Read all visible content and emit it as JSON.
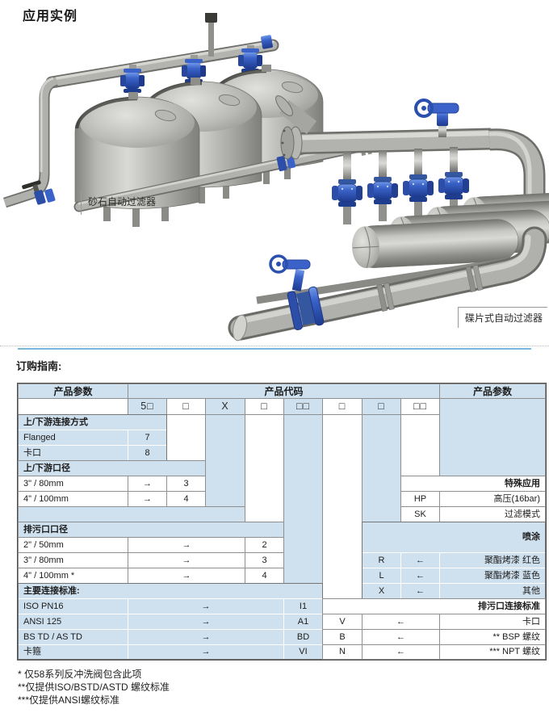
{
  "page": {
    "title": "应用实例",
    "order_guide_title": "订购指南:"
  },
  "illustrations": {
    "sand_filter_label": "砂石自动过滤器",
    "disc_filter_label": "碟片式自动过滤器"
  },
  "colors": {
    "table_blue": "#cfe0ee",
    "divider_blue": "#7cb8da",
    "valve_blue": "#3a62c8",
    "metal_gray": "#b2b2ae"
  },
  "table": {
    "header": {
      "left": "产品参数",
      "center": "产品代码",
      "right": "产品参数"
    },
    "code_slots": [
      "5□",
      "□",
      "X",
      "□",
      "□□",
      "□",
      "□",
      "□□"
    ],
    "left_sections": [
      {
        "title": "上/下游连接方式",
        "rows": [
          {
            "label": "Flanged",
            "code": "7"
          },
          {
            "label": "卡口",
            "code": "8"
          }
        ]
      },
      {
        "title": "上/下游口径",
        "rows": [
          {
            "label": "3\" / 80mm",
            "arrow": "→",
            "code": "3"
          },
          {
            "label": "4\" / 100mm",
            "arrow": "→",
            "code": "4"
          }
        ]
      },
      {
        "title": "排污口口径",
        "rows": [
          {
            "label": "2\" / 50mm",
            "arrow": "→",
            "code": "2"
          },
          {
            "label": "3\" / 80mm",
            "arrow": "→",
            "code": "3"
          },
          {
            "label": "4\" / 100mm *",
            "arrow": "→",
            "code": "4"
          }
        ]
      },
      {
        "title": "主要连接标准:",
        "rows": [
          {
            "label": "ISO PN16",
            "arrow": "→",
            "code": "I1"
          },
          {
            "label": "ANSI 125",
            "arrow": "→",
            "code": "A1"
          },
          {
            "label": "BS TD / AS TD",
            "arrow": "→",
            "code": "BD"
          },
          {
            "label": "卡箍",
            "arrow": "→",
            "code": "VI"
          }
        ]
      }
    ],
    "right_sections": [
      {
        "title": "特殊应用",
        "rows": [
          {
            "code": "HP",
            "label": "高压(16bar)"
          },
          {
            "code": "SK",
            "label": "过滤模式"
          }
        ]
      },
      {
        "title": "喷涂",
        "rows": [
          {
            "code": "R",
            "arrow": "←",
            "label": "聚酯烤漆  红色"
          },
          {
            "code": "L",
            "arrow": "←",
            "label": "聚酯烤漆  蓝色"
          },
          {
            "code": "X",
            "arrow": "←",
            "label": "其他"
          }
        ]
      },
      {
        "title": "排污口连接标准",
        "rows": [
          {
            "code": "V",
            "arrow": "←",
            "label": "卡口"
          },
          {
            "code": "B",
            "arrow": "←",
            "label": "** BSP 螺纹"
          },
          {
            "code": "N",
            "arrow": "←",
            "label": "*** NPT 螺纹"
          }
        ]
      }
    ]
  },
  "footnotes": [
    "* 仅58系列反冲洗阀包含此项",
    "**仅提供ISO/BSTD/ASTD 螺纹标准",
    "***仅提供ANSI螺纹标准"
  ]
}
